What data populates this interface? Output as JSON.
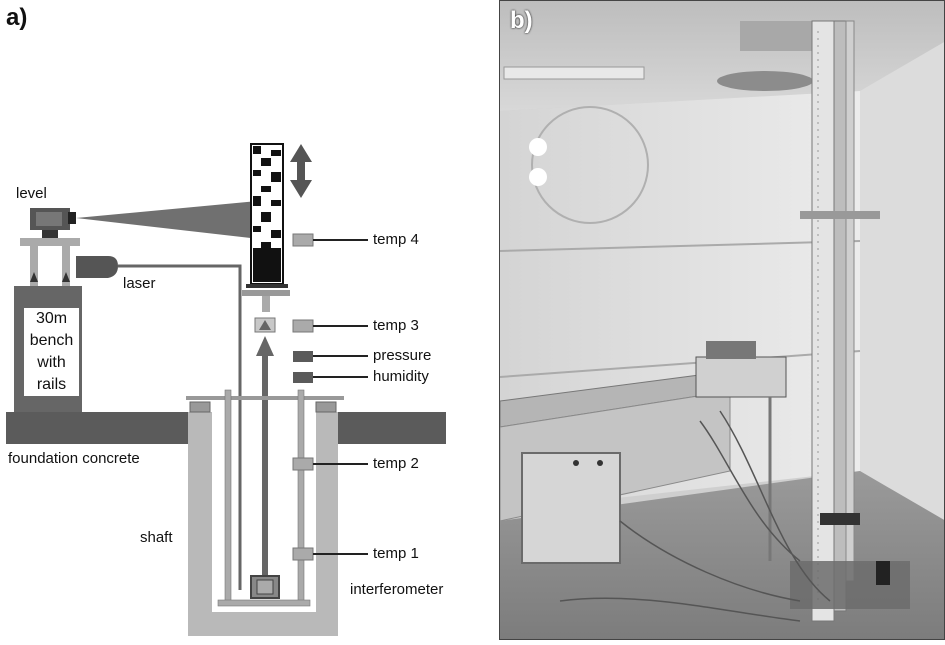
{
  "panel_a": {
    "label": "a)",
    "level": "level",
    "laser": "laser",
    "bench": "30m bench with rails",
    "foundation": "foundation concrete",
    "shaft": "shaft",
    "interferometer": "interferometer",
    "temp4": "temp 4",
    "temp3": "temp 3",
    "pressure": "pressure",
    "humidity": "humidity",
    "temp2": "temp 2",
    "temp1": "temp 1"
  },
  "panel_b": {
    "label": "b)"
  },
  "colors": {
    "dark": "#555555",
    "mid": "#9a9a9a",
    "light": "#c8c8c8",
    "sensor_dark": "#5a5a5a"
  }
}
